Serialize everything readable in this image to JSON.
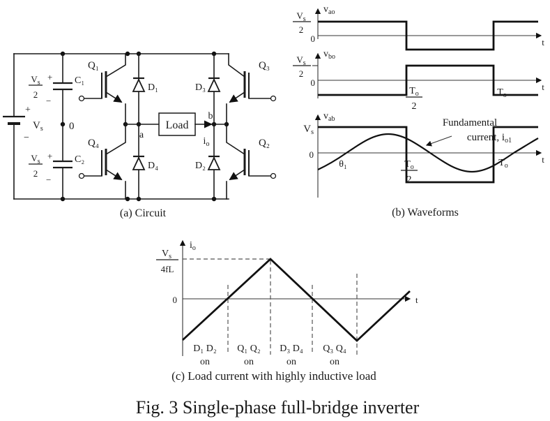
{
  "figure": {
    "caption": "Fig. 3 Single-phase full-bridge inverter"
  },
  "colors": {
    "ink": "#1a1a1a",
    "paper": "#ffffff"
  },
  "circuit": {
    "caption": "(a) Circuit",
    "battery": {
      "plus": "+",
      "minus": "−",
      "label_base": "V",
      "label_sub": "s"
    },
    "node0": "0",
    "node_a": "a",
    "node_b": "b",
    "load_label": "Load",
    "io_base": "i",
    "io_sub": "o",
    "cap1": {
      "name": "C₁",
      "num_base": "V",
      "num_sub": "s",
      "den": "2",
      "plus": "+",
      "minus": "−"
    },
    "cap2": {
      "name": "C₂",
      "num_base": "V",
      "num_sub": "s",
      "den": "2",
      "plus": "+",
      "minus": "−"
    },
    "transistors": {
      "q1": "Q₁",
      "q2": "Q₂",
      "q3": "Q₃",
      "q4": "Q₄"
    },
    "diodes": {
      "d1": "D₁",
      "d2": "D₂",
      "d3": "D₃",
      "d4": "D₄"
    }
  },
  "waveforms": {
    "caption": "(b) Waveforms",
    "wf1": {
      "ylabel_base": "v",
      "ylabel_sub": "ao",
      "num_base": "V",
      "num_sub": "s",
      "den": "2",
      "zero": "0",
      "t": "t"
    },
    "wf2": {
      "ylabel_base": "v",
      "ylabel_sub": "bo",
      "num_base": "V",
      "num_sub": "s",
      "den": "2",
      "zero": "0",
      "tohalf_base": "T",
      "tohalf_sub": "o",
      "tohalf_den": "2",
      "to_base": "T",
      "to_sub": "o",
      "t": "t"
    },
    "wf3": {
      "ylabel_base": "v",
      "ylabel_sub": "ab",
      "vs_base": "V",
      "vs_sub": "s",
      "zero": "0",
      "theta": "θ₁",
      "tohalf_base": "T",
      "tohalf_sub": "o",
      "tohalf_den": "2",
      "to_base": "T",
      "to_sub": "o",
      "t": "t",
      "annotation_line1": "Fundamental",
      "annotation_line2_base": "current, i",
      "annotation_line2_sub": "o1"
    }
  },
  "load_current": {
    "caption": "(c) Load current with highly inductive load",
    "ylabel_base": "i",
    "ylabel_sub": "o",
    "peak_num_base": "V",
    "peak_num_sub": "s",
    "peak_den": "4fL",
    "zero": "0",
    "t": "t",
    "segments": [
      {
        "devices": "D₁ D₂",
        "state": "on"
      },
      {
        "devices": "Q₁ Q₂",
        "state": "on"
      },
      {
        "devices": "D₃ D₄",
        "state": "on"
      },
      {
        "devices": "Q₃ Q₄",
        "state": "on"
      }
    ]
  },
  "chart_data": [
    {
      "type": "line",
      "title": "v_ao",
      "shape": "square",
      "high": "Vs/2",
      "low": "-Vs/2",
      "high_interval_of_To": [
        0,
        0.5
      ],
      "low_interval_of_To": [
        0.5,
        1
      ],
      "xlabel": "t"
    },
    {
      "type": "line",
      "title": "v_bo",
      "shape": "square",
      "high": "Vs/2",
      "low": "-Vs/2",
      "high_interval_of_To": [
        0.5,
        1
      ],
      "low_interval_of_To": [
        0,
        0.5
      ],
      "xlabel": "t",
      "x_marks": [
        "To/2",
        "To"
      ]
    },
    {
      "type": "line",
      "title": "v_ab",
      "shape": "square",
      "high": "Vs",
      "low": "-Vs",
      "high_interval_of_To": [
        0,
        0.5
      ],
      "low_interval_of_To": [
        0.5,
        1
      ],
      "xlabel": "t",
      "overlay": "fundamental current i_o1 sinusoid lagging voltage by theta1",
      "x_marks": [
        "theta1",
        "To/2",
        "To"
      ]
    },
    {
      "type": "line",
      "title": "i_o load current (highly inductive load)",
      "shape": "triangular",
      "peak": "Vs/4fL",
      "xlabel": "t",
      "conduction_intervals": [
        "D1 D2 on",
        "Q1 Q2 on",
        "D3 D4 on",
        "Q3 Q4 on"
      ]
    }
  ]
}
